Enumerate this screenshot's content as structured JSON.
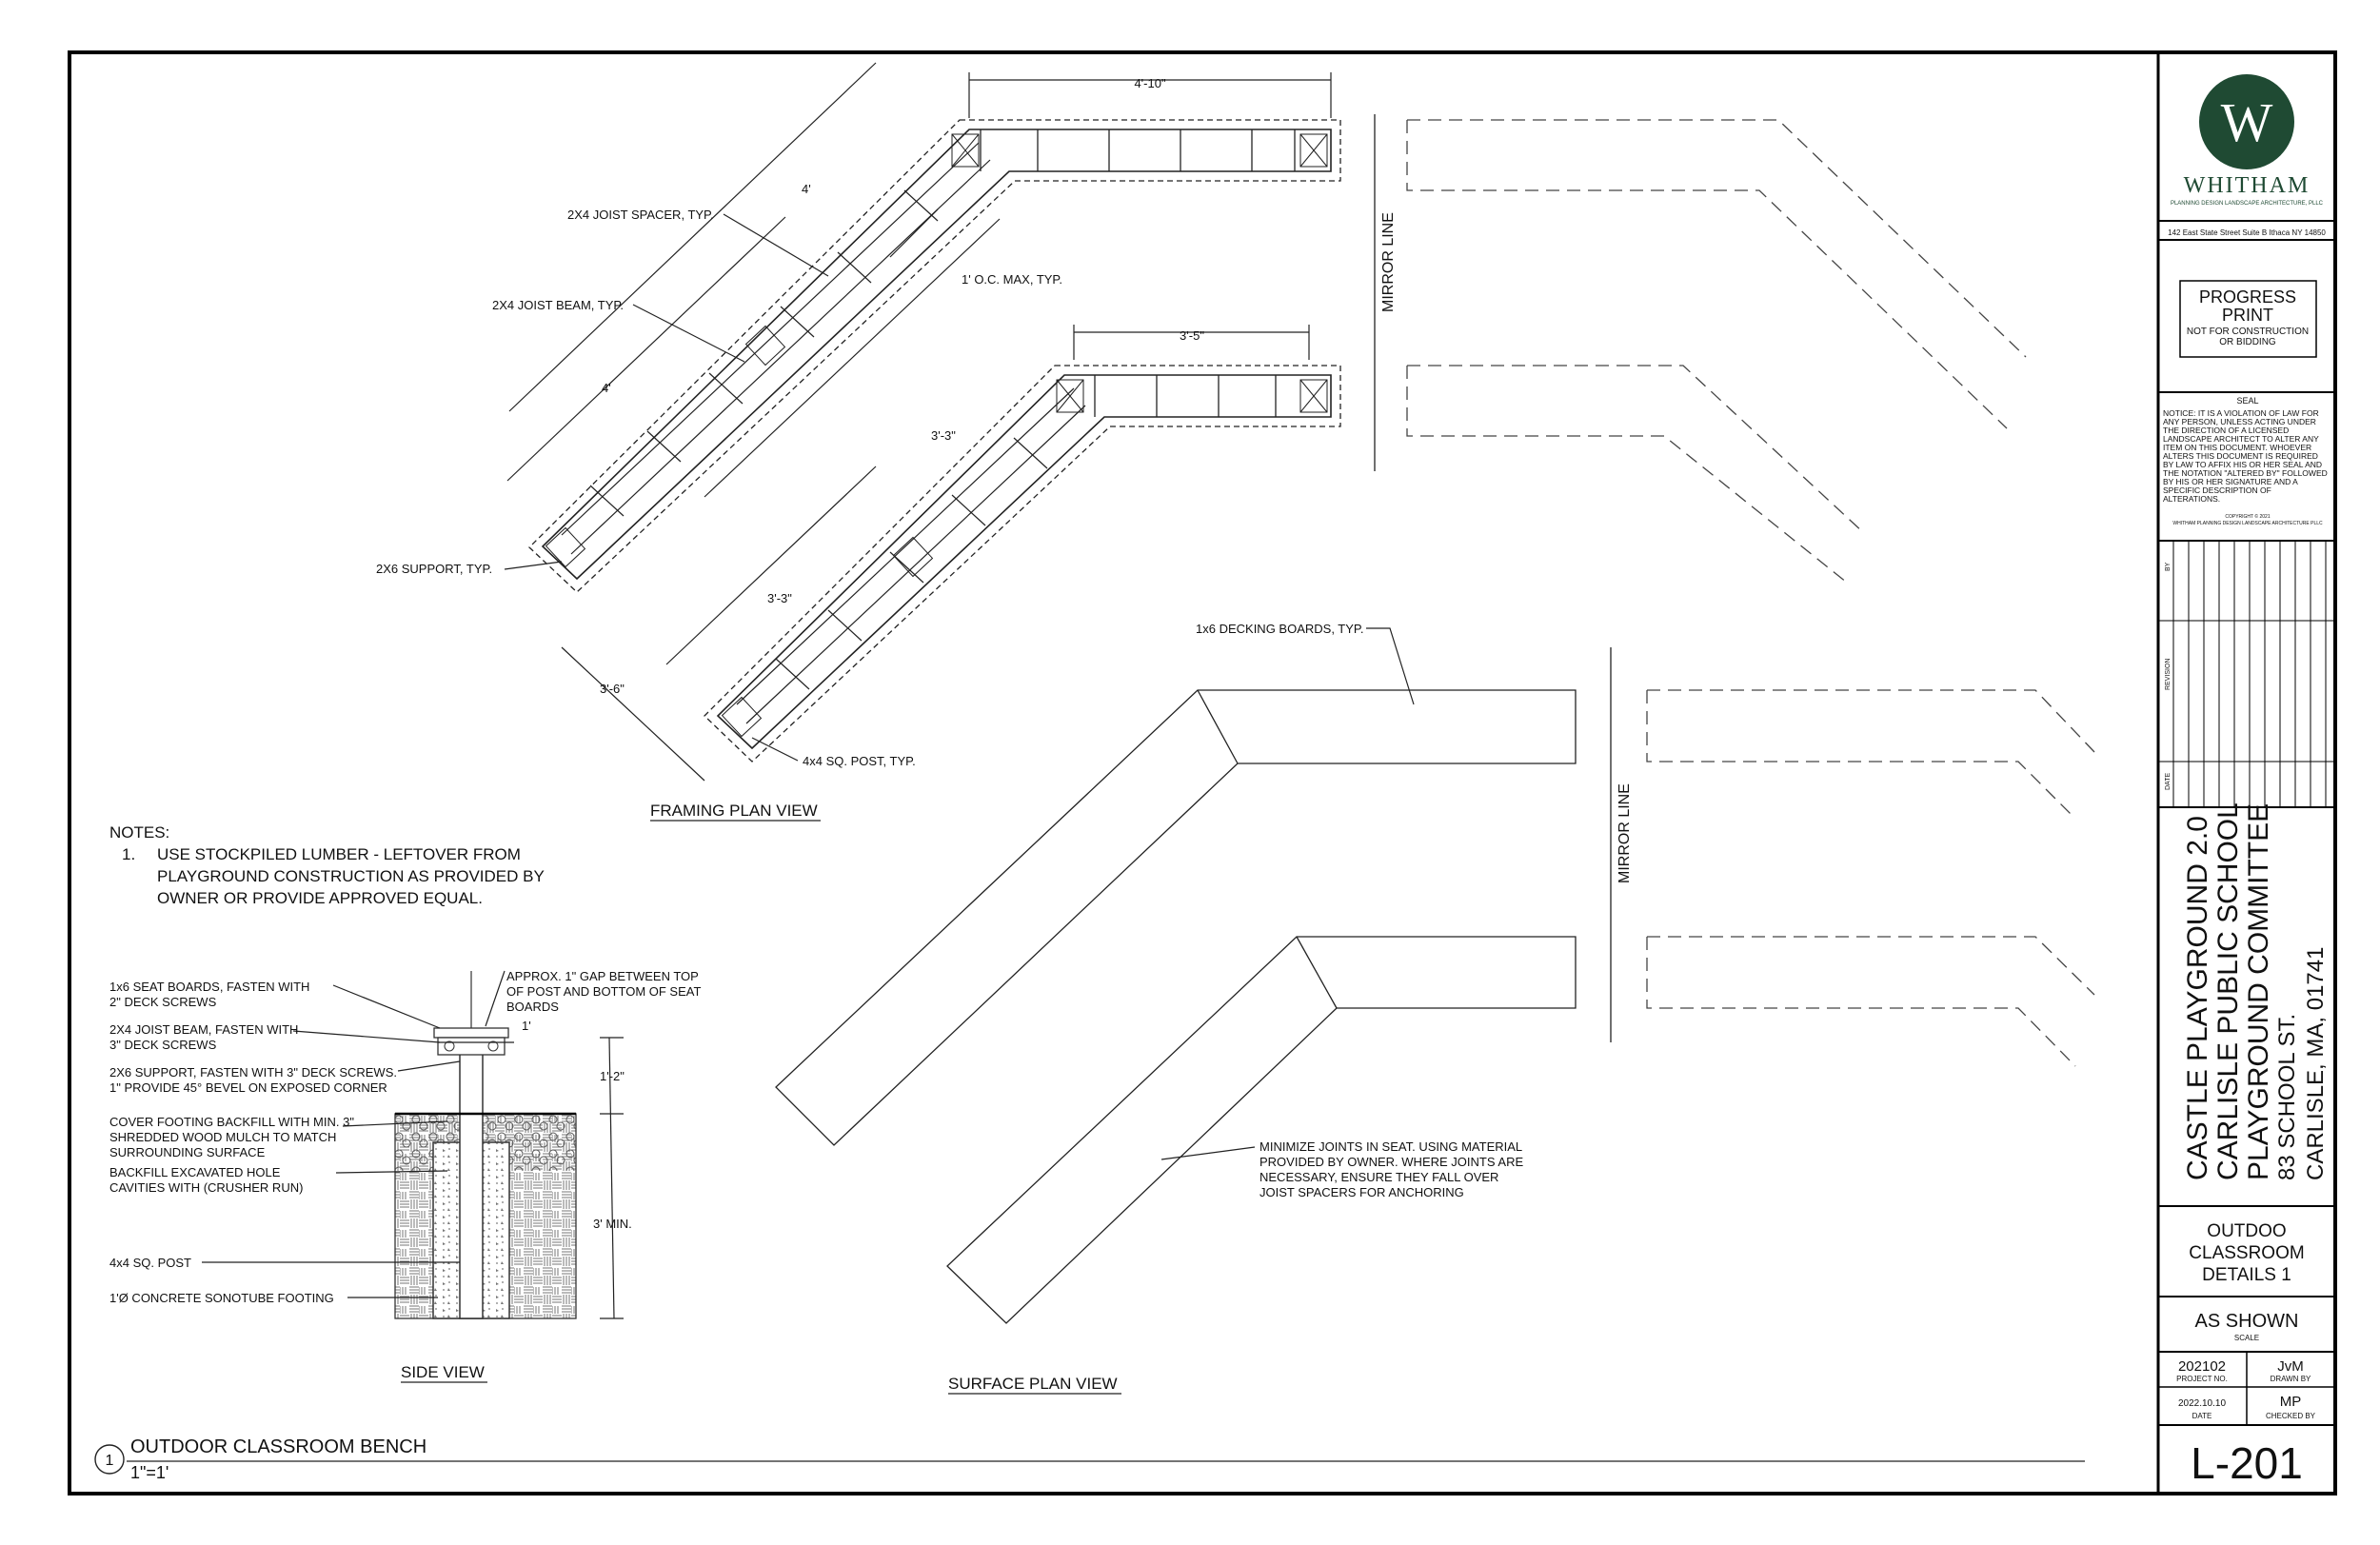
{
  "firm": {
    "logo_letter": "W",
    "name": "WHITHAM",
    "tagline": "PLANNING DESIGN LANDSCAPE ARCHITECTURE, PLLC",
    "address": "142 East State Street Suite B Ithaca NY 14850",
    "logo_color": "#1f4a33"
  },
  "stamp": {
    "title_line1": "PROGRESS",
    "title_line2": "PRINT",
    "note_line1": "NOT FOR CONSTRUCTION",
    "note_line2": "OR BIDDING"
  },
  "seal": {
    "label": "SEAL",
    "notice": [
      "NOTICE: IT IS A VIOLATION OF LAW FOR",
      "ANY PERSON, UNLESS ACTING UNDER",
      "THE DIRECTION OF A LICENSED",
      "LANDSCAPE ARCHITECT TO ALTER ANY",
      "ITEM ON THIS DOCUMENT. WHOEVER",
      "ALTERS THIS DOCUMENT IS REQUIRED",
      "BY LAW TO AFFIX HIS OR HER SEAL AND",
      "THE NOTATION \"ALTERED BY\" FOLLOWED",
      "BY HIS OR HER SIGNATURE AND A",
      "SPECIFIC DESCRIPTION OF",
      "ALTERATIONS."
    ],
    "copyright_line1": "COPYRIGHT © 2021",
    "copyright_line2": "WHITHAM PLANNING DESIGN LANDSCAPE ARCHITECTURE PLLC"
  },
  "revisions": {
    "by": "BY",
    "revision": "REVISION",
    "date": "DATE"
  },
  "project": {
    "line1": "CASTLE PLAYGROUND 2.0",
    "line2": "CARLISLE PUBLIC SCHOOL",
    "line3": "PLAYGROUND COMMITTEE",
    "line4": "83 SCHOOL ST.",
    "line5": "CARLISLE, MA, 01741"
  },
  "sheet_title": {
    "line1": "OUTDOO",
    "line2": "CLASSROOM",
    "line3": "DETAILS 1"
  },
  "scale": {
    "value": "AS SHOWN",
    "label": "SCALE"
  },
  "info": {
    "project_no": "202102",
    "project_no_label": "PROJECT NO.",
    "drawn_by": "JvM",
    "drawn_by_label": "DRAWN BY",
    "date": "2022.10.10",
    "date_label": "DATE",
    "checked_by": "MP",
    "checked_by_label": "CHECKED BY"
  },
  "sheet_number": "L-201",
  "framing": {
    "title": "FRAMING PLAN VIEW",
    "dim_top": "4'-10\"",
    "dim_top2": "3'-5\"",
    "dim_4a": "4'",
    "dim_4b": "4'",
    "dim_33a": "3'-3\"",
    "dim_33b": "3'-3\"",
    "dim_36": "3'-6\"",
    "joist_spacer": "2X4 JOIST SPACER, TYP.",
    "joist_beam": "2X4 JOIST BEAM, TYP.",
    "oc_max": "1' O.C. MAX, TYP.",
    "support": "2X6 SUPPORT, TYP.",
    "post": "4x4 SQ. POST, TYP.",
    "mirror": "MIRROR LINE"
  },
  "notes": {
    "header": "NOTES:",
    "num": "1.",
    "line1": "USE STOCKPILED LUMBER - LEFTOVER FROM",
    "line2": "PLAYGROUND CONSTRUCTION AS PROVIDED BY",
    "line3": "OWNER OR PROVIDE APPROVED EQUAL."
  },
  "side": {
    "title": "SIDE VIEW",
    "seat_l1": "1x6 SEAT BOARDS, FASTEN WITH",
    "seat_l2": "2\" DECK SCREWS",
    "beam_l1": "2X4 JOIST BEAM, FASTEN WITH",
    "beam_l2": "3\" DECK SCREWS",
    "sup_l1": "2X6 SUPPORT, FASTEN WITH 3\" DECK SCREWS.",
    "sup_l2": "1\" PROVIDE 45° BEVEL ON EXPOSED CORNER",
    "cover_l1": "COVER FOOTING BACKFILL WITH MIN. 3\"",
    "cover_l2": "SHREDDED WOOD MULCH TO MATCH",
    "cover_l3": "SURROUNDING SURFACE",
    "back_l1": "BACKFILL EXCAVATED HOLE",
    "back_l2": "CAVITIES WITH (CRUSHER RUN)",
    "post": "4x4 SQ. POST",
    "footing": "1'Ø CONCRETE SONOTUBE FOOTING",
    "gap_l1": "APPROX. 1\" GAP BETWEEN TOP",
    "gap_l2": "OF POST AND BOTTOM OF SEAT",
    "gap_l3": "BOARDS",
    "dim_1": "1'",
    "dim_12": "1'-2\"",
    "dim_3min": "3' MIN."
  },
  "surface": {
    "title": "SURFACE PLAN VIEW",
    "decking": "1x6 DECKING BOARDS, TYP.",
    "mirror": "MIRROR LINE",
    "joints_l1": "MINIMIZE JOINTS IN SEAT. USING MATERIAL",
    "joints_l2": "PROVIDED BY OWNER. WHERE JOINTS ARE",
    "joints_l3": "NECESSARY, ENSURE THEY FALL OVER",
    "joints_l4": "JOIST SPACERS FOR ANCHORING"
  },
  "detail": {
    "number": "1",
    "title": "OUTDOOR CLASSROOM BENCH",
    "scale": "1\"=1'"
  }
}
